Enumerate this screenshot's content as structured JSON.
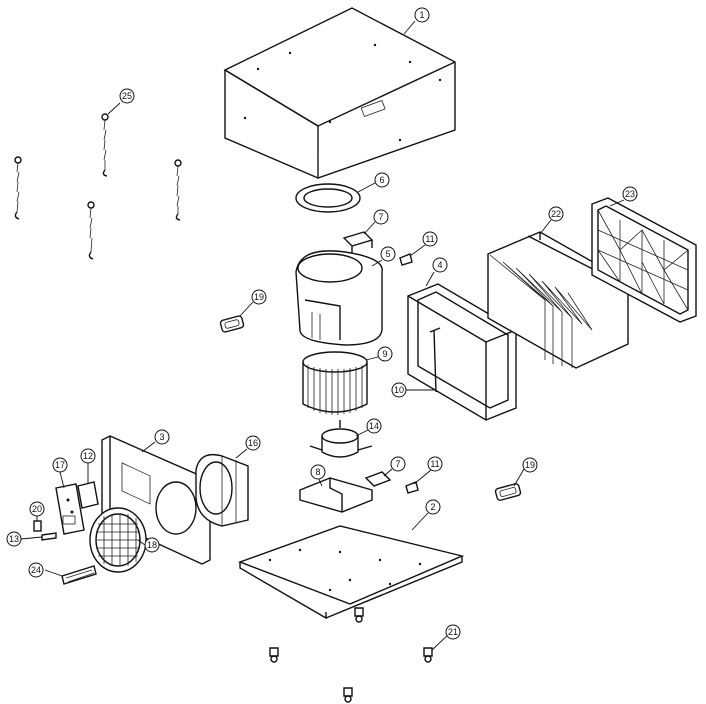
{
  "callouts": [
    {
      "id": "c1",
      "label": "1"
    },
    {
      "id": "c2",
      "label": "2"
    },
    {
      "id": "c3",
      "label": "3"
    },
    {
      "id": "c4",
      "label": "4"
    },
    {
      "id": "c5",
      "label": "5"
    },
    {
      "id": "c6",
      "label": "6"
    },
    {
      "id": "c7a",
      "label": "7"
    },
    {
      "id": "c7b",
      "label": "7"
    },
    {
      "id": "c8",
      "label": "8"
    },
    {
      "id": "c9",
      "label": "9"
    },
    {
      "id": "c10",
      "label": "10"
    },
    {
      "id": "c11a",
      "label": "11"
    },
    {
      "id": "c11b",
      "label": "11"
    },
    {
      "id": "c12",
      "label": "12"
    },
    {
      "id": "c13",
      "label": "13"
    },
    {
      "id": "c14",
      "label": "14"
    },
    {
      "id": "c16",
      "label": "16"
    },
    {
      "id": "c17",
      "label": "17"
    },
    {
      "id": "c18",
      "label": "18"
    },
    {
      "id": "c19a",
      "label": "19"
    },
    {
      "id": "c19b",
      "label": "19"
    },
    {
      "id": "c20",
      "label": "20"
    },
    {
      "id": "c21",
      "label": "21"
    },
    {
      "id": "c22",
      "label": "22"
    },
    {
      "id": "c23",
      "label": "23"
    },
    {
      "id": "c24",
      "label": "24"
    },
    {
      "id": "c25",
      "label": "25"
    }
  ]
}
